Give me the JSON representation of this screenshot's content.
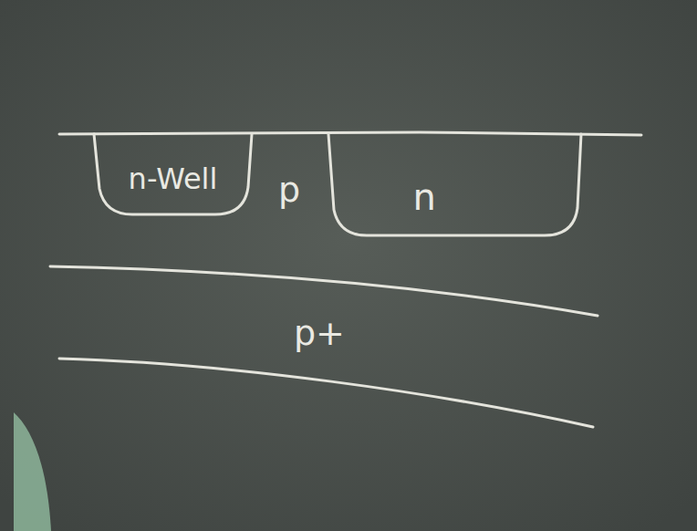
{
  "diagram": {
    "nodes": [
      {
        "text": [
          "n-Well"
        ]
      },
      {
        "text": [
          "n"
        ]
      }
    ],
    "labels": [
      "p",
      "p+"
    ]
  }
}
